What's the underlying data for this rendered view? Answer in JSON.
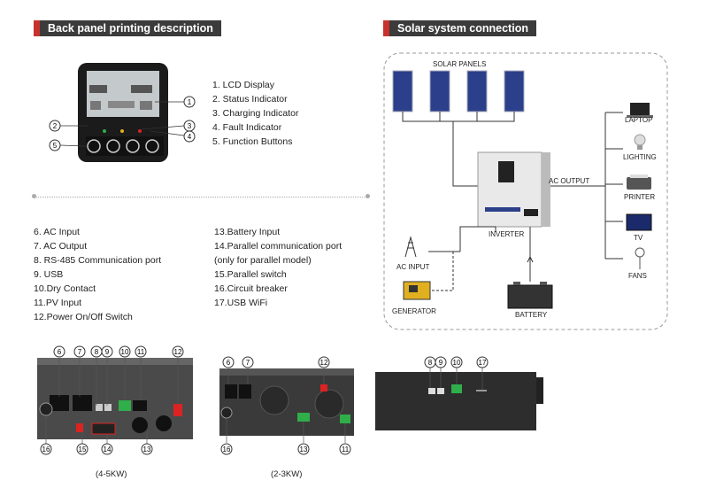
{
  "headers": {
    "back_panel": "Back panel printing description",
    "solar_connection": "Solar system connection"
  },
  "front_list": [
    "1.  LCD Display",
    "2.  Status Indicator",
    "3.  Charging Indicator",
    "4.  Fault Indicator",
    "5.  Function Buttons"
  ],
  "left_list": [
    "6.  AC Input",
    "7.  AC Output",
    "8.  RS-485 Communication port",
    "9.  USB",
    "10.Dry Contact",
    "11.PV Input",
    "12.Power On/Off Switch"
  ],
  "right_list": [
    "13.Battery Input",
    "14.Parallel communication port",
    "      (only for parallel model)",
    "15.Parallel switch",
    "16.Circuit breaker",
    "17.USB WiFi"
  ],
  "diagram": {
    "solar_panels": "SOLAR PANELS",
    "ac_output": "AC OUTPUT",
    "inverter": "INVERTER",
    "ac_input": "AC INPUT",
    "generator": "GENERATOR",
    "battery": "BATTERY",
    "laptop": "LAPTOP",
    "lighting": "LIGHTING",
    "printer": "PRINTER",
    "tv": "TV",
    "fans": "FANS"
  },
  "captions": {
    "kw45": "(4-5KW)",
    "kw23": "(2-3KW)"
  },
  "callouts": {
    "front": [
      "1",
      "2",
      "3",
      "4",
      "5"
    ],
    "p45": [
      "6",
      "7",
      "8",
      "9",
      "10",
      "11",
      "12",
      "16",
      "15",
      "14",
      "13"
    ],
    "p23": [
      "6",
      "7",
      "12",
      "16",
      "13",
      "11"
    ],
    "side": [
      "8",
      "9",
      "10",
      "17"
    ]
  },
  "colors": {
    "accent": "#c8322e",
    "header_bg": "#3b3b3b"
  }
}
